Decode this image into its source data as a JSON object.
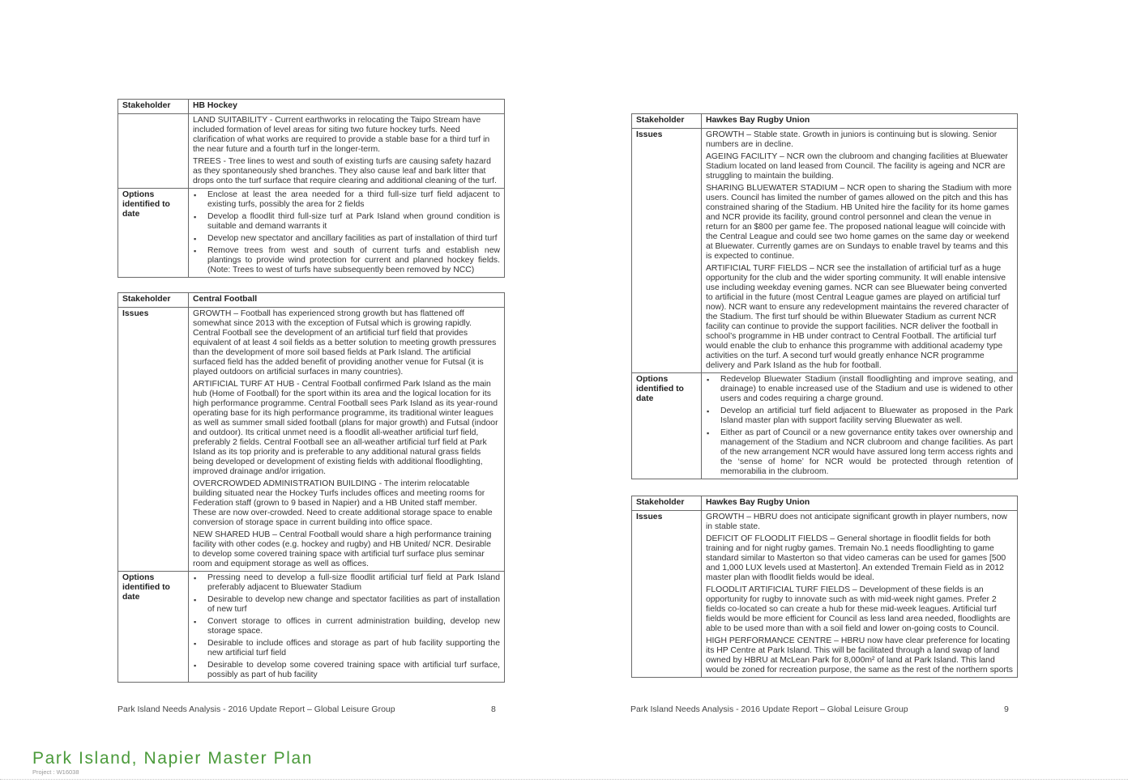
{
  "left_page": {
    "table1": {
      "header": {
        "label": "Stakeholder",
        "value": "HB Hockey"
      },
      "issues": [
        "LAND SUITABILITY - Current earthworks in relocating the Taipo Stream have included formation of level areas for siting two future hockey turfs. Need clarification of what works are required to provide a stable base for a third turf in the near future and a fourth turf in the longer-term.",
        "TREES - Tree lines to west and south of existing turfs are causing safety hazard as they spontaneously shed branches. They also cause leaf and bark litter that drops onto the turf surface that require clearing and additional cleaning of the turf."
      ],
      "options_label": "Options identified to date",
      "options": [
        "Enclose at least the area needed for a third full-size turf field adjacent to existing turfs, possibly the area for 2 fields",
        "Develop a floodlit third full-size turf at Park Island when ground condition is suitable and demand warrants it",
        "Develop new spectator and ancillary facilities as part of installation of third turf",
        "Remove trees from west and south of current turfs and establish new plantings to provide wind protection for current and planned hockey fields. (Note: Trees to west of turfs have subsequently been removed by NCC)"
      ]
    },
    "table2": {
      "header": {
        "label": "Stakeholder",
        "value": "Central Football"
      },
      "issues_label": "Issues",
      "issues": [
        "GROWTH – Football has experienced strong growth but has flattened off somewhat since 2013 with the exception of Futsal which is growing rapidly. Central Football see the development of an artificial turf field that provides equivalent of at least 4 soil fields as a better solution to meeting growth pressures than the development of more soil based fields at Park Island. The artificial surfaced field has the added benefit of providing another venue for Futsal (it is played outdoors on artificial surfaces in many countries).",
        "ARTIFICIAL TURF AT HUB - Central Football confirmed Park Island as the main hub (Home of Football) for the sport within its area and the logical location for its high performance programme. Central Football sees Park Island as its year-round operating base for its high performance programme, its traditional winter leagues as well as summer small sided football (plans for major growth) and Futsal (indoor and outdoor).  Its critical unmet need is a floodlit all-weather artificial turf field, preferably 2 fields. Central Football see an all-weather artificial turf field at Park Island as its top priority and is preferable to any additional natural grass fields being developed or development of existing fields with additional floodlighting, improved drainage and/or irrigation.",
        "OVERCROWDED ADMINISTRATION BUILDING - The interim relocatable building situated near the Hockey Turfs includes offices and meeting rooms for Federation staff (grown to 9 based in Napier) and a HB United staff member. These are now over-crowded. Need to create additional storage space to enable conversion of storage space in current building into office space.",
        "NEW SHARED HUB – Central Football would share a high performance training facility with other codes (e.g. hockey and rugby) and HB United/ NCR. Desirable to develop some covered training space with artificial turf surface plus seminar room and equipment storage as well as offices."
      ],
      "options_label": "Options identified to date",
      "options": [
        "Pressing need to develop a full-size floodlit artificial turf field at Park Island preferably adjacent to Bluewater Stadium",
        "Desirable to develop new change and spectator facilities as part of installation of new turf",
        "Convert storage to offices in current administration building, develop new storage space.",
        "Desirable to include offices and storage as part of hub facility supporting the new artificial turf field",
        "Desirable to develop some covered training space with artificial turf surface, possibly as part of hub facility"
      ]
    },
    "footer": {
      "text": "Park Island Needs Analysis - 2016 Update Report – Global Leisure Group",
      "page": "8"
    }
  },
  "right_page": {
    "table1": {
      "header": {
        "label": "Stakeholder",
        "value": "Hawkes Bay Rugby Union"
      },
      "issues_label": "Issues",
      "issues": [
        "GROWTH – Stable state. Growth in juniors is continuing but is slowing. Senior numbers are in decline.",
        "AGEING FACILITY – NCR own the clubroom and changing facilities at Bluewater Stadium located on land leased from Council. The facility is ageing and NCR are struggling to maintain the building.",
        "SHARING BLUEWATER STADIUM – NCR open to sharing the Stadium with more users. Council has limited the number of games allowed on the pitch and this has constrained sharing of the Stadium. HB United hire the facility for its home games and NCR provide its facility, ground control personnel and clean the venue in return for an $800 per game fee. The proposed national league will coincide with the Central League and could see two home games on the same day or weekend at Bluewater. Currently games are on Sundays to enable travel by teams and this is expected to continue.",
        "ARTIFICIAL TURF FIELDS – NCR see the installation of artificial turf as a huge opportunity for the club and the wider sporting community. It will enable intensive use including weekday evening games. NCR can see Bluewater being converted to artificial in the future (most Central League games are played on artificial turf now). NCR want to ensure any redevelopment maintains the revered character of the Stadium. The first turf should be within Bluewater Stadium as current NCR facility can continue to provide the support facilities. NCR deliver the football in school’s programme in HB under contract to Central Football. The artificial turf would enable the club to enhance this programme with additional academy type activities on the turf. A second turf would greatly enhance NCR programme delivery and Park Island as the hub for football."
      ],
      "options_label": "Options identified to date",
      "options": [
        "Redevelop Bluewater Stadium (install floodlighting and improve seating, and drainage) to enable increased use of the Stadium and use is widened to other users and codes requiring a charge ground.",
        "Develop an artificial turf field adjacent to Bluewater as proposed in the Park Island master plan with support facility serving Bluewater as well.",
        "Either as part of Council or a new governance entity takes over ownership and management of the Stadium and NCR clubroom and change facilities. As part of the new arrangement NCR would have assured long term access rights and the ‘sense of home’ for NCR would be protected through retention of memorabilia in the clubroom."
      ]
    },
    "table2": {
      "header": {
        "label": "Stakeholder",
        "value": "Hawkes Bay Rugby Union"
      },
      "issues_label": "Issues",
      "issues": [
        "GROWTH – HBRU does not anticipate significant growth in player numbers, now in stable state.",
        "DEFICIT OF FLOODLIT FIELDS – General shortage in floodlit fields for both training and for night rugby games. Tremain No.1 needs floodlighting to game standard similar to Masterton so that video cameras can be used for games [500 and 1,000 LUX levels used at Masterton]. An extended Tremain Field as in 2012 master plan with floodlit fields would be ideal.",
        "FLOODLIT ARTIFICIAL TURF FIELDS – Development of these fields is an opportunity for rugby to innovate such as with mid-week night games. Prefer 2 fields co-located so can create a hub for these mid-week leagues. Artificial turf fields would be more efficient for Council as less land area needed, floodlights are able to be used more than with a soil field and lower on-going costs to Council.",
        "HIGH PERFORMANCE CENTRE – HBRU now have clear preference for locating its HP Centre at Park Island. This will be facilitated through a land swap of land owned by HBRU at McLean Park for 8,000m² of land at Park Island. This land would be zoned for recreation purpose, the same as the rest of the northern sports"
      ]
    },
    "footer": {
      "text": "Park Island Needs Analysis - 2016 Update Report – Global Leisure Group",
      "page": "9"
    }
  },
  "brand": {
    "title": "Park Island, Napier Master Plan",
    "project": "Project : W16038"
  }
}
